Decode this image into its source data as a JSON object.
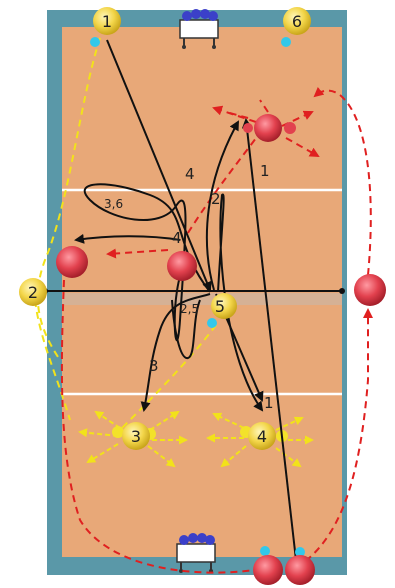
{
  "players": {
    "p1": "1",
    "p6": "6",
    "p2": "2",
    "p5": "5",
    "p3": "3",
    "p4": "4"
  },
  "path_labels": {
    "l1a": "1",
    "l1b": "1",
    "l2": "2",
    "l3": "3",
    "l4a": "4",
    "l4b": "4",
    "l36": "3,6",
    "l25": "2,5"
  },
  "colors": {
    "court_outer": "#5a98a8",
    "court_inner": "#e8a878",
    "token_yellow": "#f3d64a",
    "token_red": "#e2414e",
    "arrow_black": "#111111",
    "arrow_red": "#e02020",
    "arrow_yellow": "#f2e21a",
    "marker_cyan": "#33c8ea"
  },
  "icons": {
    "ball_cart_top": "ball-cart-icon",
    "ball_cart_bottom": "ball-cart-icon"
  }
}
